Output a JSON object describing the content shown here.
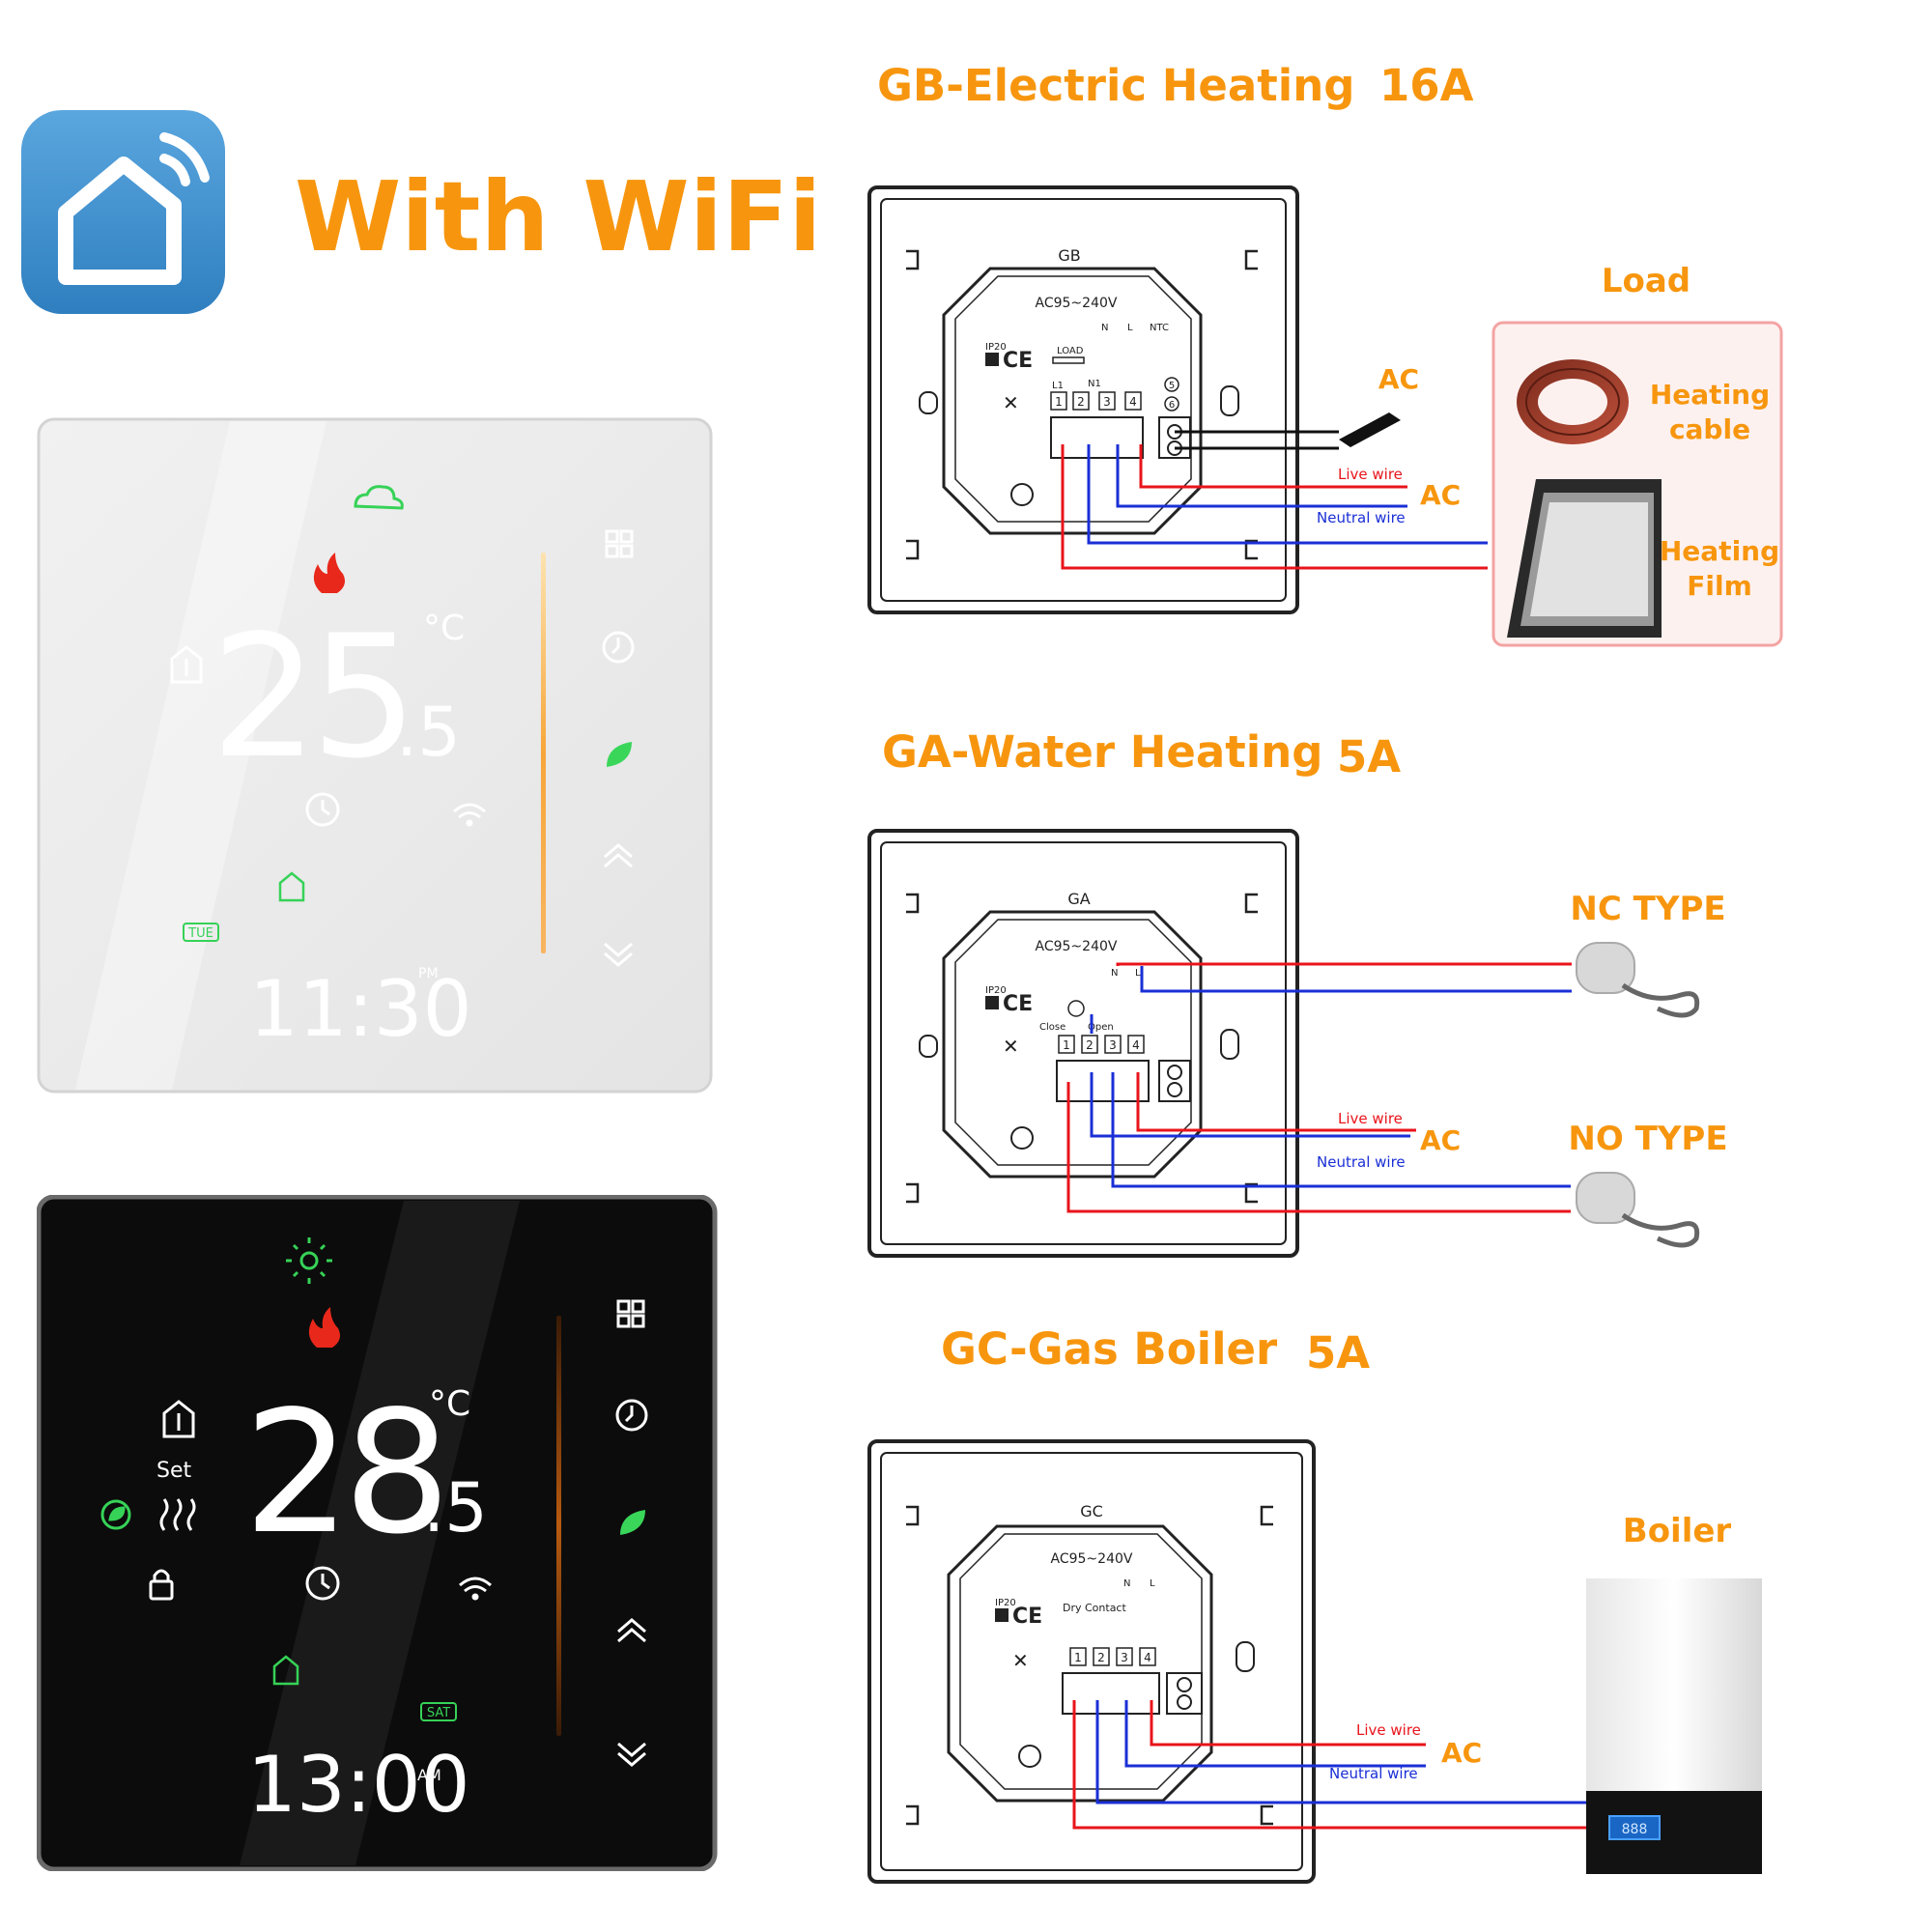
{
  "header": {
    "app_icon": "smart-home-wifi-icon",
    "title": "With WiFi"
  },
  "colors": {
    "accent_orange": "#f7960e",
    "live_wire": "#e8141b",
    "neutral_wire": "#1a2fd6",
    "app_blue": "#3f8fcc",
    "green_icon": "#27d64a",
    "flame_red": "#e8281b"
  },
  "thermostat_white": {
    "temp_main": "25",
    "temp_decimal": ".5",
    "unit": "°C",
    "time": "11:30",
    "ampm": "PM",
    "day": "TUE"
  },
  "thermostat_black": {
    "temp_main": "28",
    "temp_decimal": ".5",
    "unit": "°C",
    "set_label": "Set",
    "time": "13:00",
    "ampm": "AM",
    "day": "SAT"
  },
  "sections": {
    "gb": {
      "title": "GB-Electric Heating",
      "rating": "16A",
      "model": "GB",
      "voltage": "AC95~240V",
      "ip": "IP20",
      "ce": "CE",
      "load_tag": "LOAD",
      "term_labels": [
        "L1",
        "N1",
        "N",
        "L",
        "NTC"
      ],
      "terminals": [
        "1",
        "2",
        "3",
        "4",
        "5",
        "6"
      ],
      "ac_sensor": "AC",
      "live_wire": "Live wire",
      "neutral_wire": "Neutral wire",
      "ac": "AC",
      "load_title": "Load",
      "heating_cable": [
        "Heating",
        "cable"
      ],
      "heating_film": [
        "Heating",
        "Film"
      ]
    },
    "ga": {
      "title": "GA-Water Heating",
      "rating": "5A",
      "model": "GA",
      "voltage": "AC95~240V",
      "ip": "IP20",
      "ce": "CE",
      "term_labels": [
        "N",
        "L",
        "Close",
        "Open"
      ],
      "terminals": [
        "1",
        "2",
        "3",
        "4"
      ],
      "live_wire": "Live wire",
      "neutral_wire": "Neutral wire",
      "ac": "AC",
      "nc_type": "NC TYPE",
      "no_type": "NO TYPE"
    },
    "gc": {
      "title": "GC-Gas Boiler",
      "rating": "5A",
      "model": "GC",
      "voltage": "AC95~240V",
      "ip": "IP20",
      "ce": "CE",
      "dry_contact": "Dry Contact",
      "term_labels": [
        "N",
        "L"
      ],
      "terminals": [
        "1",
        "2",
        "3",
        "4"
      ],
      "live_wire": "Live wire",
      "neutral_wire": "Neutral wire",
      "ac": "AC",
      "boiler_title": "Boiler",
      "boiler_display": "888"
    }
  }
}
